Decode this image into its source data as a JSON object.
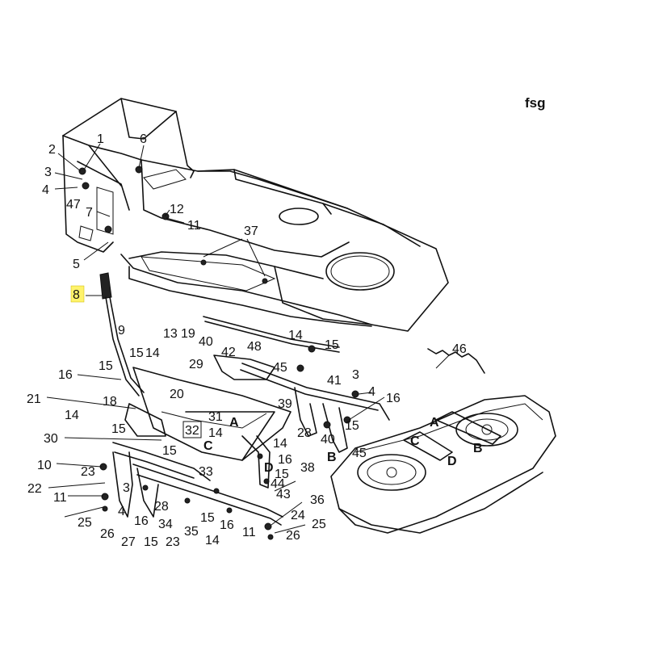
{
  "diagram": {
    "code": "fsg",
    "highlighted_part": "8",
    "colors": {
      "highlight": "#fff36b",
      "ink": "#111111",
      "background": "#ffffff"
    },
    "callouts": [
      "1",
      "2",
      "3",
      "4",
      "47",
      "6",
      "7",
      "12",
      "11",
      "5",
      "37",
      "8",
      "9",
      "13",
      "19",
      "40",
      "42",
      "48",
      "14",
      "15",
      "16",
      "15",
      "14",
      "15",
      "29",
      "45",
      "41",
      "3",
      "4",
      "16",
      "21",
      "18",
      "20",
      "14",
      "31",
      "15",
      "39",
      "28",
      "30",
      "32",
      "14",
      "15",
      "40",
      "15",
      "14",
      "33",
      "16",
      "15",
      "38",
      "45",
      "10",
      "23",
      "3",
      "22",
      "11",
      "4",
      "28",
      "16",
      "44",
      "43",
      "36",
      "24",
      "25",
      "26",
      "27",
      "15",
      "23",
      "35",
      "14",
      "15",
      "16",
      "34",
      "11",
      "25",
      "26",
      "46"
    ],
    "reference_letters": [
      "A",
      "B",
      "C",
      "D",
      "A",
      "B",
      "C",
      "D"
    ]
  }
}
